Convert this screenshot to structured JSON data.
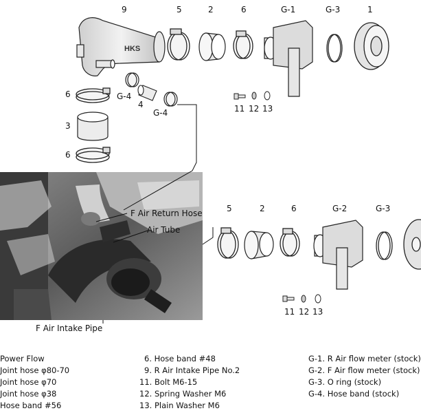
{
  "labels_top": {
    "n9": "9",
    "n5": "5",
    "n2": "2",
    "n6": "6",
    "g1": "G-1",
    "g3": "G-3",
    "n1": "1",
    "n6_left": "6",
    "n3": "3",
    "n6_left2": "6",
    "g4_a": "G-4",
    "n4": "4",
    "g4_b": "G-4",
    "n11": "11",
    "n12": "12",
    "n13": "13"
  },
  "labels_mid": {
    "n5": "5",
    "n2": "2",
    "n6": "6",
    "g2": "G-2",
    "g3": "G-3",
    "n11": "11",
    "n12": "12",
    "n13": "13"
  },
  "photo_callouts": {
    "return_hose": "F Air Return Hose",
    "air_tube": "Air Tube",
    "intake_pipe": "F Air Intake Pipe"
  },
  "logo_text": "HKS",
  "legend": {
    "col1": [
      "Power Flow",
      "Joint hose  φ80-70",
      "Joint hose  φ70",
      "Joint hose  φ38",
      "Hose band  #56"
    ],
    "col2": [
      "6. Hose band  #48",
      "9. R Air Intake Pipe  No.2",
      "11. Bolt  M6-15",
      "12. Spring Washer  M6",
      "13. Plain Washer  M6"
    ],
    "col3": [
      "G-1. R Air flow meter (stock)",
      "G-2. F Air flow meter (stock)",
      "G-3. O ring (stock)",
      "G-4. Hose band (stock)"
    ]
  }
}
